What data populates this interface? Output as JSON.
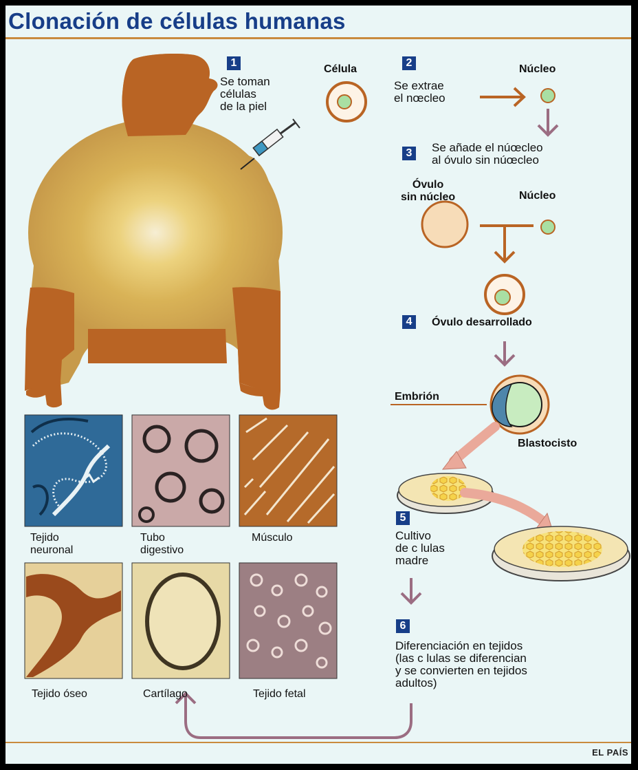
{
  "title": "Clonación de células humanas",
  "credit": "EL PAÍS",
  "steps": [
    {
      "num": "1",
      "text": "Se toman\ncélulas\nde la piel"
    },
    {
      "num": "2",
      "text": "Se extrae\nel nœcleo"
    },
    {
      "num": "3",
      "text": "Se añade el núœcleo\nal óvulo sin núœcleo"
    },
    {
      "num": "4",
      "text": "Óvulo desarrollado"
    },
    {
      "num": "5",
      "text": "Cultivo\nde c lulas\nmadre"
    },
    {
      "num": "6",
      "text": "Diferenciación en tejidos\n(las c lulas se diferencian\ny se convierten en tejidos\nadultos)"
    }
  ],
  "labels": {
    "celula": "Célula",
    "nucleo_a": "Núcleo",
    "ovulo_sin_nucleo": "Óvulo\nsin núcleo",
    "nucleo_b": "Núcleo",
    "embrion": "Embrión",
    "blastocisto": "Blastocisto"
  },
  "tissues": [
    {
      "name": "Tejido\nneuronal",
      "colors": {
        "base": "#2f6a98",
        "detail": "#e9f2f5"
      }
    },
    {
      "name": "Tubo\ndigestivo",
      "colors": {
        "base": "#caa9a8",
        "detail": "#2a2222"
      }
    },
    {
      "name": "Músculo",
      "colors": {
        "base": "#b56a2a",
        "detail": "#f3e6cf"
      }
    },
    {
      "name": "Tejido óseo",
      "colors": {
        "base": "#e6d09a",
        "detail": "#9a4a1c"
      }
    },
    {
      "name": "Cartílago",
      "colors": {
        "base": "#e7d9a6",
        "detail": "#3f3522"
      }
    },
    {
      "name": "Tejido fetal",
      "colors": {
        "base": "#9c7f83",
        "detail": "#eeddd8"
      }
    }
  ],
  "colors": {
    "title": "#173e88",
    "accent_line": "#c98a3d",
    "background": "#eaf6f6",
    "body_orange": "#b96424",
    "body_tan": "#c79a4a",
    "arrow_orange": "#b96424",
    "arrow_mauve": "#9b6d82",
    "arrow_pink": "#eaa99a"
  }
}
